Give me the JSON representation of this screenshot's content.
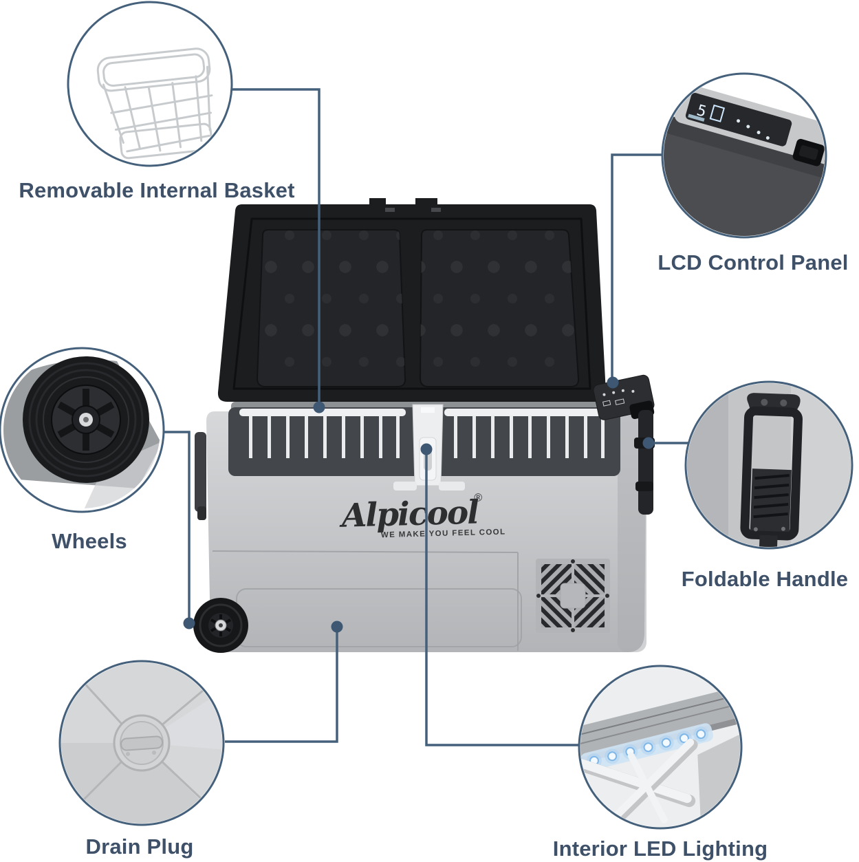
{
  "product": {
    "brand": "Alpicool",
    "registered_mark": "®",
    "tagline": "WE MAKE YOU FEEL COOL"
  },
  "callouts": {
    "basket": {
      "label": "Removable Internal Basket",
      "icon": "wire-basket"
    },
    "lcd": {
      "label": "LCD Control Panel",
      "icon": "lcd-panel-closeup"
    },
    "wheels": {
      "label": "Wheels",
      "icon": "wheel-closeup"
    },
    "handle": {
      "label": "Foldable Handle",
      "icon": "folded-handle-closeup"
    },
    "drain": {
      "label": "Drain Plug",
      "icon": "drain-plug-closeup"
    },
    "led": {
      "label": "Interior LED Lighting",
      "icon": "led-strip-closeup"
    }
  },
  "colors": {
    "accent_line": "#45607b",
    "label_text": "#3e5168",
    "lid_black": "#1c1d1f",
    "body_gray": "#c6c8ca",
    "led_blue": "#7fb6e8"
  }
}
